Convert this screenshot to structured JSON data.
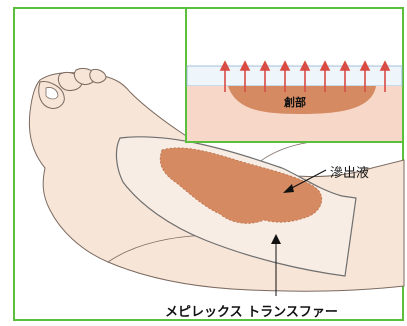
{
  "labels": {
    "exudate": "滲出液",
    "dressing": "メピレックス トランスファー",
    "wound": "創部"
  },
  "colors": {
    "frame_green": "#5bbf3c",
    "skin": "#f7e5d8",
    "skin_outline": "#7b6a60",
    "dressing": "#f8ede4",
    "exudate": "#d58a62",
    "arrow_red": "#d94b43",
    "inset_band": "#eef5fb"
  },
  "icons": {
    "arrows": "red-up-arrow-icon"
  }
}
